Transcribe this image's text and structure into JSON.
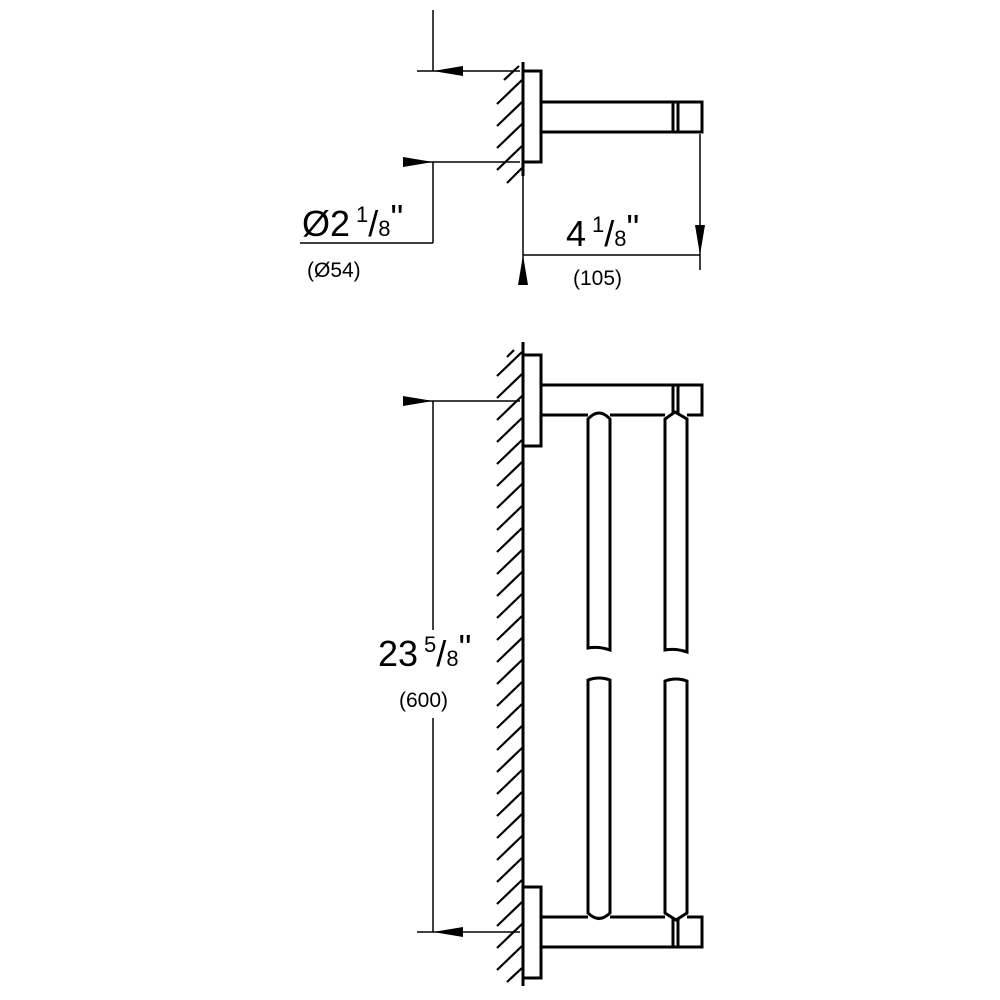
{
  "drawing": {
    "type": "technical dimension drawing",
    "subject": "double towel bar, wall mounted",
    "line_color": "#000000",
    "background": "#ffffff"
  },
  "top_view": {
    "flange_diameter": {
      "symbol": "Ø",
      "whole": "2",
      "numerator": "1",
      "denominator": "8",
      "unit_mark": "\"",
      "label_prefix": "Ø2",
      "metric": "(Ø54)"
    },
    "projection": {
      "whole": "4",
      "numerator": "1",
      "denominator": "8",
      "unit_mark": "\"",
      "metric": "(105)"
    }
  },
  "front_view": {
    "length": {
      "whole": "23",
      "numerator": "5",
      "denominator": "8",
      "unit_mark": "\"",
      "metric": "(600)"
    }
  }
}
